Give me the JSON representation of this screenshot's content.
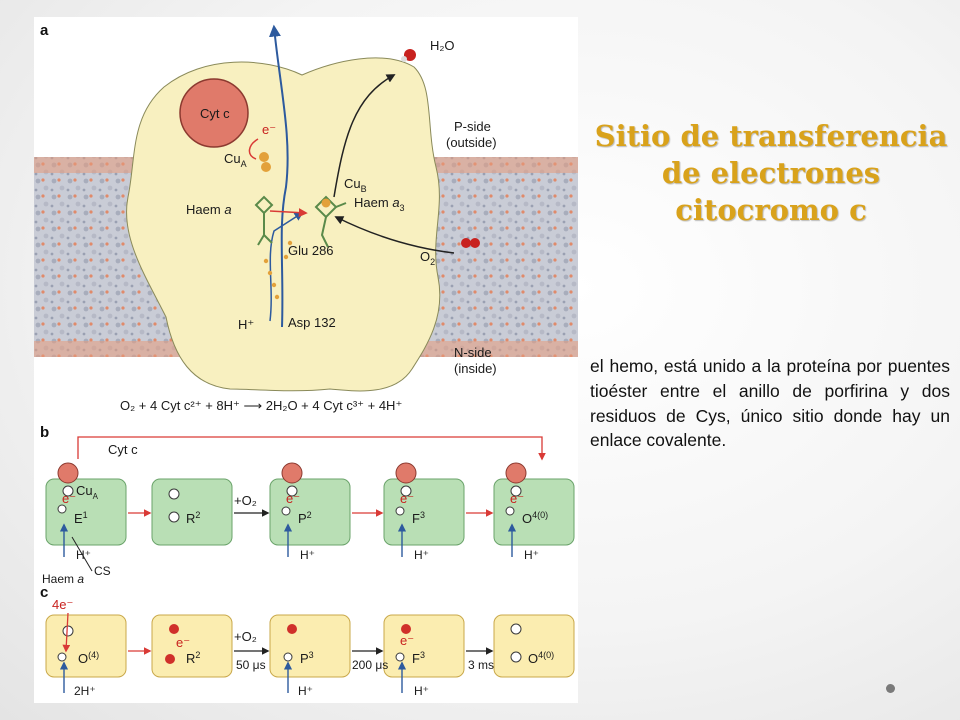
{
  "slide": {
    "title_lines": [
      "Sitio de transferencia",
      "de electrones",
      "citocromo c"
    ],
    "body": "el hemo, está unido a la proteína por puentes tioéster entre el anillo de porfirina y dos residuos de Cys, único sitio donde hay un enlace covalente."
  },
  "panel_a": {
    "letter": "a",
    "cytc": "Cyt c",
    "h2o": "H₂O",
    "e_minus": "e⁻",
    "cua": "Cu",
    "cua_sub": "A",
    "cub": "Cu",
    "cub_sub": "B",
    "haem_a": "Haem",
    "haem_a_it": "a",
    "haem_a3": "Haem",
    "haem_a3_it": "a",
    "haem_a3_sub": "3",
    "glu": "Glu 286",
    "asp": "Asp 132",
    "h_plus": "H⁺",
    "o2": "O",
    "o2_sub": "2",
    "pside_1": "P-side",
    "pside_2": "(outside)",
    "nside_1": "N-side",
    "nside_2": "(inside)",
    "equation": "O₂ + 4 Cyt c²⁺ + 8H⁺ ⟶ 2H₂O + 4 Cyt c³⁺ + 4H⁺"
  },
  "panel_b": {
    "letter": "b",
    "cytc": "Cyt c",
    "cua": "Cu",
    "cua_sub": "A",
    "e_minus": "e⁻",
    "states": [
      "E",
      "R",
      "P",
      "F",
      "O"
    ],
    "state_sups": [
      "1",
      "2",
      "2",
      "3",
      "4(0)"
    ],
    "plus_o2": "+O₂",
    "h_plus": "H⁺",
    "cs": "CS",
    "haem_a": "Haem",
    "haem_a_it": "a"
  },
  "panel_c": {
    "letter": "c",
    "four_e": "4e⁻",
    "e_minus": "e⁻",
    "states": [
      "O",
      "R",
      "P",
      "F",
      "O"
    ],
    "state_sups": [
      "(4)",
      "2",
      "3",
      "3",
      "4(0)"
    ],
    "plus_o2": "+O₂",
    "times": [
      "50 μs",
      "200 μs",
      "3 ms"
    ],
    "two_h": "2H⁺",
    "h_plus": "H⁺"
  },
  "colors": {
    "title": "#d9a21b",
    "protein": "#f8f0c0",
    "cytc": "#e07a6a",
    "green_box": "#b9dfb5",
    "yellow_box": "#fbedb0",
    "red_arrow": "#d93a36",
    "blue_arrow": "#2d5a9e"
  }
}
